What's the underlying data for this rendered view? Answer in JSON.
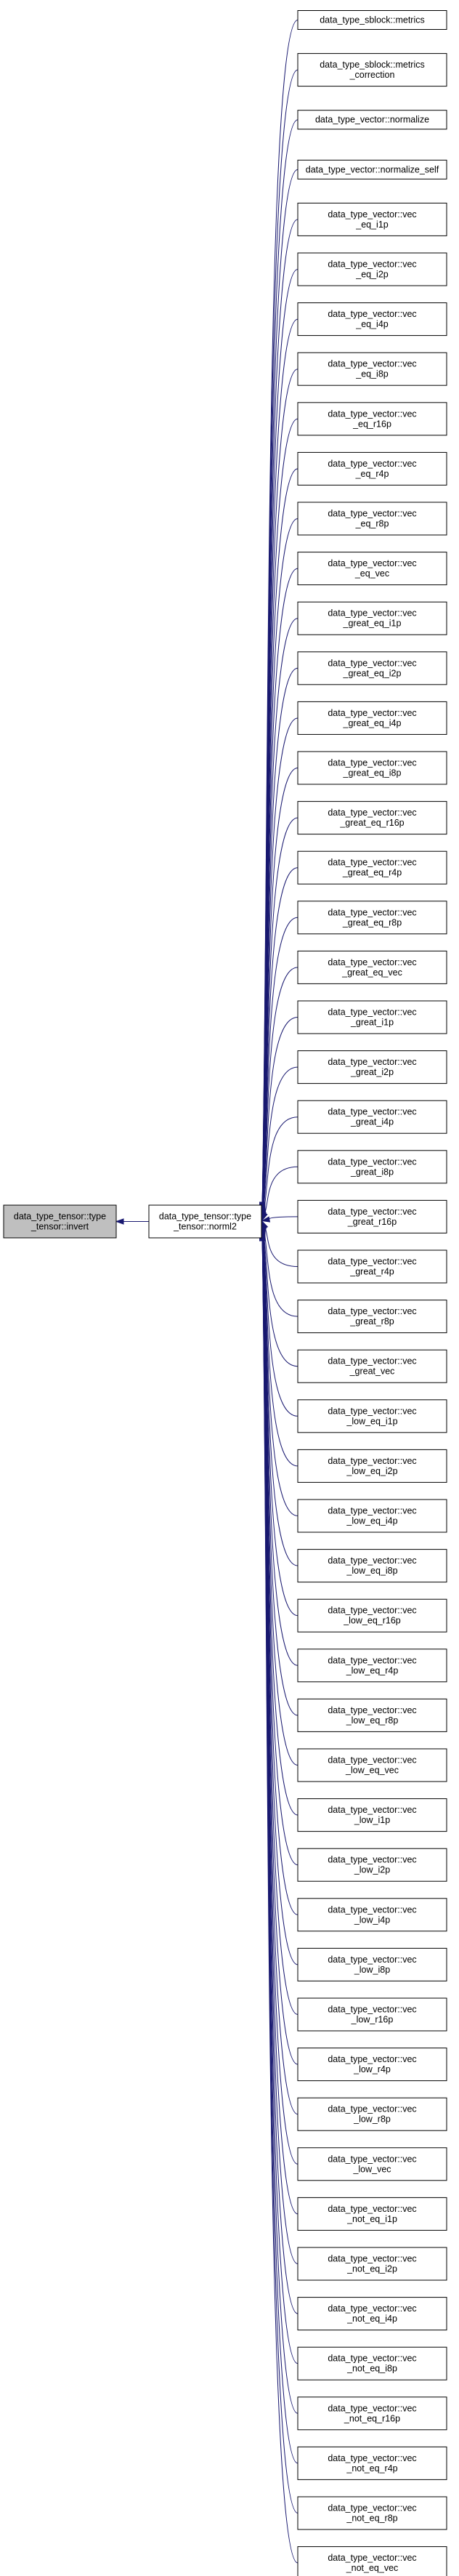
{
  "colors": {
    "edge": "#191970",
    "root_fill": "#bfbfbf",
    "node_fill": "#ffffff",
    "node_stroke": "#000000"
  },
  "root": {
    "lines": [
      "data_type_tensor::type",
      "_tensor::invert"
    ]
  },
  "mid": {
    "lines": [
      "data_type_tensor::type",
      "_tensor::norml2"
    ]
  },
  "callers": [
    {
      "lines": [
        "data_type_sblock::metrics"
      ]
    },
    {
      "lines": [
        "data_type_sblock::metrics",
        "_correction"
      ]
    },
    {
      "lines": [
        "data_type_vector::normalize"
      ]
    },
    {
      "lines": [
        "data_type_vector::normalize_self"
      ]
    },
    {
      "lines": [
        "data_type_vector::vec",
        "_eq_i1p"
      ]
    },
    {
      "lines": [
        "data_type_vector::vec",
        "_eq_i2p"
      ]
    },
    {
      "lines": [
        "data_type_vector::vec",
        "_eq_i4p"
      ]
    },
    {
      "lines": [
        "data_type_vector::vec",
        "_eq_i8p"
      ]
    },
    {
      "lines": [
        "data_type_vector::vec",
        "_eq_r16p"
      ]
    },
    {
      "lines": [
        "data_type_vector::vec",
        "_eq_r4p"
      ]
    },
    {
      "lines": [
        "data_type_vector::vec",
        "_eq_r8p"
      ]
    },
    {
      "lines": [
        "data_type_vector::vec",
        "_eq_vec"
      ]
    },
    {
      "lines": [
        "data_type_vector::vec",
        "_great_eq_i1p"
      ]
    },
    {
      "lines": [
        "data_type_vector::vec",
        "_great_eq_i2p"
      ]
    },
    {
      "lines": [
        "data_type_vector::vec",
        "_great_eq_i4p"
      ]
    },
    {
      "lines": [
        "data_type_vector::vec",
        "_great_eq_i8p"
      ]
    },
    {
      "lines": [
        "data_type_vector::vec",
        "_great_eq_r16p"
      ]
    },
    {
      "lines": [
        "data_type_vector::vec",
        "_great_eq_r4p"
      ]
    },
    {
      "lines": [
        "data_type_vector::vec",
        "_great_eq_r8p"
      ]
    },
    {
      "lines": [
        "data_type_vector::vec",
        "_great_eq_vec"
      ]
    },
    {
      "lines": [
        "data_type_vector::vec",
        "_great_i1p"
      ]
    },
    {
      "lines": [
        "data_type_vector::vec",
        "_great_i2p"
      ]
    },
    {
      "lines": [
        "data_type_vector::vec",
        "_great_i4p"
      ]
    },
    {
      "lines": [
        "data_type_vector::vec",
        "_great_i8p"
      ]
    },
    {
      "lines": [
        "data_type_vector::vec",
        "_great_r16p"
      ]
    },
    {
      "lines": [
        "data_type_vector::vec",
        "_great_r4p"
      ]
    },
    {
      "lines": [
        "data_type_vector::vec",
        "_great_r8p"
      ]
    },
    {
      "lines": [
        "data_type_vector::vec",
        "_great_vec"
      ]
    },
    {
      "lines": [
        "data_type_vector::vec",
        "_low_eq_i1p"
      ]
    },
    {
      "lines": [
        "data_type_vector::vec",
        "_low_eq_i2p"
      ]
    },
    {
      "lines": [
        "data_type_vector::vec",
        "_low_eq_i4p"
      ]
    },
    {
      "lines": [
        "data_type_vector::vec",
        "_low_eq_i8p"
      ]
    },
    {
      "lines": [
        "data_type_vector::vec",
        "_low_eq_r16p"
      ]
    },
    {
      "lines": [
        "data_type_vector::vec",
        "_low_eq_r4p"
      ]
    },
    {
      "lines": [
        "data_type_vector::vec",
        "_low_eq_r8p"
      ]
    },
    {
      "lines": [
        "data_type_vector::vec",
        "_low_eq_vec"
      ]
    },
    {
      "lines": [
        "data_type_vector::vec",
        "_low_i1p"
      ]
    },
    {
      "lines": [
        "data_type_vector::vec",
        "_low_i2p"
      ]
    },
    {
      "lines": [
        "data_type_vector::vec",
        "_low_i4p"
      ]
    },
    {
      "lines": [
        "data_type_vector::vec",
        "_low_i8p"
      ]
    },
    {
      "lines": [
        "data_type_vector::vec",
        "_low_r16p"
      ]
    },
    {
      "lines": [
        "data_type_vector::vec",
        "_low_r4p"
      ]
    },
    {
      "lines": [
        "data_type_vector::vec",
        "_low_r8p"
      ]
    },
    {
      "lines": [
        "data_type_vector::vec",
        "_low_vec"
      ]
    },
    {
      "lines": [
        "data_type_vector::vec",
        "_not_eq_i1p"
      ]
    },
    {
      "lines": [
        "data_type_vector::vec",
        "_not_eq_i2p"
      ]
    },
    {
      "lines": [
        "data_type_vector::vec",
        "_not_eq_i4p"
      ]
    },
    {
      "lines": [
        "data_type_vector::vec",
        "_not_eq_i8p"
      ]
    },
    {
      "lines": [
        "data_type_vector::vec",
        "_not_eq_r16p"
      ]
    },
    {
      "lines": [
        "data_type_vector::vec",
        "_not_eq_r4p"
      ]
    },
    {
      "lines": [
        "data_type_vector::vec",
        "_not_eq_r8p"
      ]
    },
    {
      "lines": [
        "data_type_vector::vec",
        "_not_eq_vec"
      ]
    }
  ]
}
